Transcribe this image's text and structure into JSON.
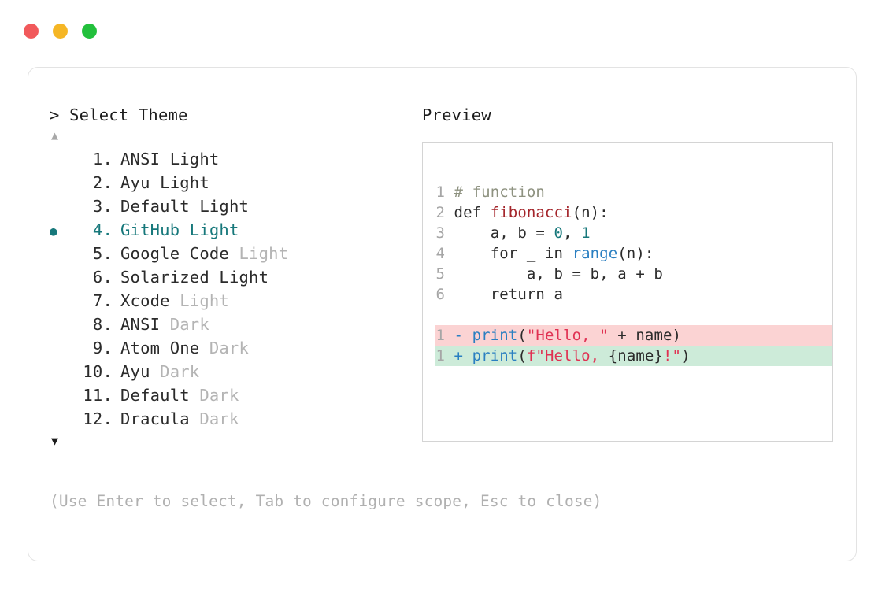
{
  "window": {
    "dots": [
      {
        "name": "close",
        "color": "#f1595b"
      },
      {
        "name": "minimize",
        "color": "#f5b625"
      },
      {
        "name": "maximize",
        "color": "#22c03c"
      }
    ]
  },
  "left": {
    "prompt": "> Select Theme",
    "scroll_up": "▲",
    "scroll_down": "▼",
    "selected_index": 4,
    "bullet": "●",
    "accent_color": "#17787b",
    "items": [
      {
        "index": "1.",
        "name": "ANSI Light",
        "suffix": "",
        "suffix_dim": false,
        "selected": false
      },
      {
        "index": "2.",
        "name": "Ayu Light",
        "suffix": "",
        "suffix_dim": false,
        "selected": false
      },
      {
        "index": "3.",
        "name": "Default Light",
        "suffix": "",
        "suffix_dim": false,
        "selected": false
      },
      {
        "index": "4.",
        "name": "GitHub Light",
        "suffix": "",
        "suffix_dim": false,
        "selected": true
      },
      {
        "index": "5.",
        "name": "Google Code",
        "suffix": " Light",
        "suffix_dim": true,
        "selected": false
      },
      {
        "index": "6.",
        "name": "Solarized Light",
        "suffix": "",
        "suffix_dim": false,
        "selected": false
      },
      {
        "index": "7.",
        "name": "Xcode",
        "suffix": " Light",
        "suffix_dim": true,
        "selected": false
      },
      {
        "index": "8.",
        "name": "ANSI",
        "suffix": " Dark",
        "suffix_dim": true,
        "selected": false
      },
      {
        "index": "9.",
        "name": "Atom One",
        "suffix": " Dark",
        "suffix_dim": true,
        "selected": false
      },
      {
        "index": "10.",
        "name": "Ayu",
        "suffix": " Dark",
        "suffix_dim": true,
        "selected": false
      },
      {
        "index": "11.",
        "name": "Default",
        "suffix": " Dark",
        "suffix_dim": true,
        "selected": false
      },
      {
        "index": "12.",
        "name": "Dracula",
        "suffix": " Dark",
        "suffix_dim": true,
        "selected": false
      }
    ],
    "hint": "(Use Enter to select, Tab to configure scope, Esc to close)"
  },
  "right": {
    "label": "Preview",
    "code_lines": [
      {
        "ln": "1",
        "tokens": [
          {
            "t": "# function",
            "c": "t-comment"
          }
        ]
      },
      {
        "ln": "2",
        "tokens": [
          {
            "t": "def ",
            "c": "t-keyword"
          },
          {
            "t": "fibonacci",
            "c": "t-func"
          },
          {
            "t": "(n):",
            "c": "t-plain"
          }
        ]
      },
      {
        "ln": "3",
        "tokens": [
          {
            "t": "    a, b = ",
            "c": "t-plain"
          },
          {
            "t": "0",
            "c": "t-num"
          },
          {
            "t": ", ",
            "c": "t-plain"
          },
          {
            "t": "1",
            "c": "t-num"
          }
        ]
      },
      {
        "ln": "4",
        "tokens": [
          {
            "t": "    for _ in ",
            "c": "t-plain"
          },
          {
            "t": "range",
            "c": "t-builtin"
          },
          {
            "t": "(n):",
            "c": "t-plain"
          }
        ]
      },
      {
        "ln": "5",
        "tokens": [
          {
            "t": "        a, b = b, a + b",
            "c": "t-plain"
          }
        ]
      },
      {
        "ln": "6",
        "tokens": [
          {
            "t": "    return a",
            "c": "t-plain"
          }
        ]
      }
    ],
    "diff_lines": [
      {
        "kind": "del",
        "ln": "1",
        "marker": "-",
        "tokens": [
          {
            "t": "print",
            "c": "t-builtin"
          },
          {
            "t": "(",
            "c": "t-plain"
          },
          {
            "t": "\"Hello, \"",
            "c": "t-string"
          },
          {
            "t": " + name)",
            "c": "t-plain"
          }
        ]
      },
      {
        "kind": "add",
        "ln": "1",
        "marker": "+",
        "tokens": [
          {
            "t": "print",
            "c": "t-builtin"
          },
          {
            "t": "(",
            "c": "t-plain"
          },
          {
            "t": "f\"Hello, ",
            "c": "t-string"
          },
          {
            "t": "{name}",
            "c": "t-plain"
          },
          {
            "t": "!\"",
            "c": "t-string"
          },
          {
            "t": ")",
            "c": "t-plain"
          }
        ]
      }
    ],
    "diff_bg_del": "#fbd3d3",
    "diff_bg_add": "#cdebd9"
  }
}
